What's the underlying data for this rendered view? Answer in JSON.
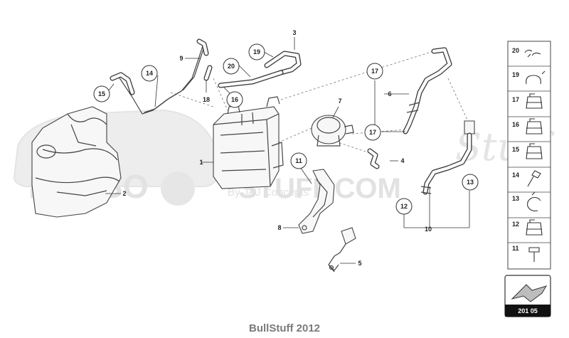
{
  "watermark": {
    "brand": "LAMBO",
    "brand_suffix": "STUFF.COM",
    "script": "Stuff",
    "sub": "By J&J Concepts"
  },
  "callouts": [
    {
      "label": "1"
    },
    {
      "label": "2"
    },
    {
      "label": "3"
    },
    {
      "label": "4"
    },
    {
      "label": "5"
    },
    {
      "label": "6"
    },
    {
      "label": "7"
    },
    {
      "label": "8"
    },
    {
      "label": "9"
    },
    {
      "label": "10"
    },
    {
      "label": "11"
    },
    {
      "label": "12"
    },
    {
      "label": "13"
    },
    {
      "label": "14"
    },
    {
      "label": "15"
    },
    {
      "label": "16"
    },
    {
      "label": "17"
    },
    {
      "label": "17"
    },
    {
      "label": "18"
    },
    {
      "label": "19"
    },
    {
      "label": "20"
    }
  ],
  "legend": {
    "items": [
      {
        "label": "20",
        "icon": "hose-clip-pair-icon"
      },
      {
        "label": "19",
        "icon": "spring-clip-icon"
      },
      {
        "label": "17",
        "icon": "clamp-icon"
      },
      {
        "label": "16",
        "icon": "clamp-icon"
      },
      {
        "label": "15",
        "icon": "clamp-icon"
      },
      {
        "label": "14",
        "icon": "screw-icon"
      },
      {
        "label": "13",
        "icon": "open-clip-icon"
      },
      {
        "label": "12",
        "icon": "clamp-icon"
      },
      {
        "label": "11",
        "icon": "bolt-icon"
      }
    ]
  },
  "reference": {
    "label": "201 05",
    "icon": "arrow-reference-icon"
  },
  "footer": {
    "text": "BullStuff 2012"
  }
}
